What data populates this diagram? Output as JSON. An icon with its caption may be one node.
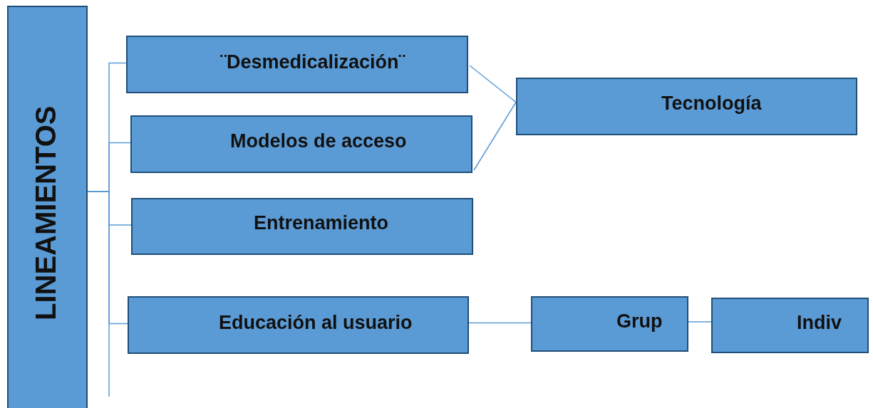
{
  "diagram": {
    "nodes": [
      {
        "text": [
          "LINEAMIENTOS"
        ]
      },
      {
        "text": [
          "¨Desmedicalización¨"
        ]
      },
      {
        "text": [
          "Modelos de acceso"
        ]
      },
      {
        "text": [
          "Entrenamiento"
        ]
      },
      {
        "text": [
          "Educación al usuario"
        ]
      },
      {
        "text": [
          "Tecnología"
        ]
      },
      {
        "text": [
          "Grup"
        ]
      },
      {
        "text": [
          "Indiv"
        ]
      }
    ],
    "edges": [
      {
        "from": 0,
        "to": 1,
        "arrow": "none"
      },
      {
        "from": 0,
        "to": 2,
        "arrow": "none"
      },
      {
        "from": 0,
        "to": 3,
        "arrow": "none"
      },
      {
        "from": 0,
        "to": 4,
        "arrow": "none"
      },
      {
        "from": 1,
        "to": 5,
        "arrow": "none"
      },
      {
        "from": 2,
        "to": 5,
        "arrow": "none"
      },
      {
        "from": 4,
        "to": 6,
        "arrow": "none"
      },
      {
        "from": 6,
        "to": 7,
        "arrow": "none"
      }
    ]
  }
}
